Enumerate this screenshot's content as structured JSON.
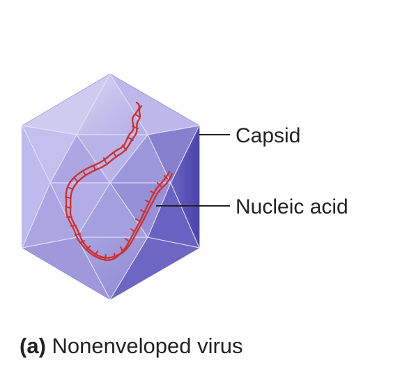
{
  "labels": {
    "capsid": "Capsid",
    "nucleic_acid": "Nucleic acid"
  },
  "caption": {
    "letter": "(a)",
    "text": "Nonenveloped virus"
  },
  "colors": {
    "capsid_light": "#c6c3ec",
    "capsid_mid": "#9a95d8",
    "capsid_dark": "#4f49b0",
    "capsid_edge": "#e8e6fa",
    "nucleic_acid": "#d0312d",
    "leader_line": "#222222"
  }
}
